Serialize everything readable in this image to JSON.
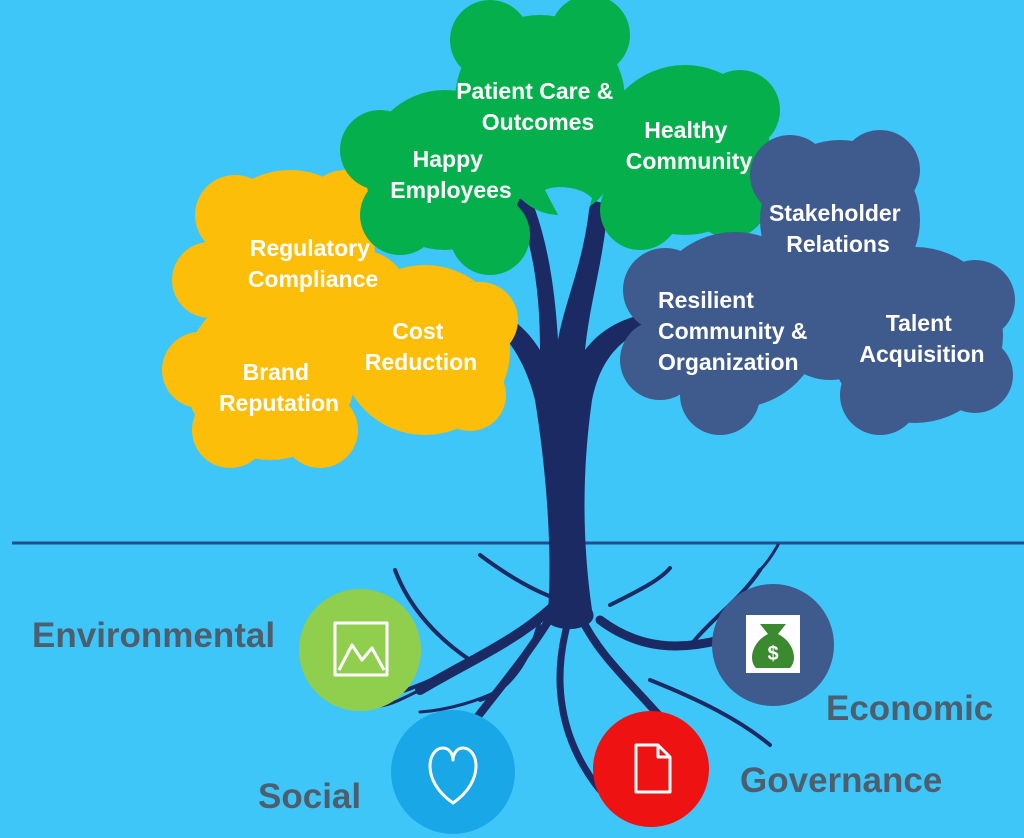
{
  "colors": {
    "background": "#3ec6f9",
    "ground_line": "#1d4f8c",
    "trunk": "#1b2a63",
    "yellow_cluster": "#fdbe09",
    "green_cluster": "#05b04c",
    "blue_cluster": "#3f5a8d",
    "environmental": "#90cf4e",
    "social": "#1aa7e8",
    "governance": "#ee1212",
    "economic": "#3f5a8d",
    "label_text": "#4d5f6e"
  },
  "canopy": {
    "green": {
      "patient_care": [
        "Patient Care &",
        "Outcomes"
      ],
      "happy_employees": [
        "Happy",
        "Employees"
      ],
      "healthy_community": [
        "Healthy",
        "Community"
      ]
    },
    "yellow": {
      "regulatory": [
        "Regulatory",
        "Compliance"
      ],
      "cost": [
        "Cost",
        "Reduction"
      ],
      "brand": [
        "Brand",
        "Reputation"
      ]
    },
    "blue": {
      "stakeholder": [
        "Stakeholder",
        "Relations"
      ],
      "resilient": [
        "Resilient",
        "Community &",
        "Organization"
      ],
      "talent": [
        "Talent",
        "Acquisition"
      ]
    }
  },
  "roots": {
    "environmental": {
      "label": "Environmental",
      "icon": "mountain-picture-icon"
    },
    "social": {
      "label": "Social",
      "icon": "heart-icon"
    },
    "governance": {
      "label": "Governance",
      "icon": "document-icon"
    },
    "economic": {
      "label": "Economic",
      "icon": "money-bag-icon",
      "icon_symbol": "$"
    }
  }
}
